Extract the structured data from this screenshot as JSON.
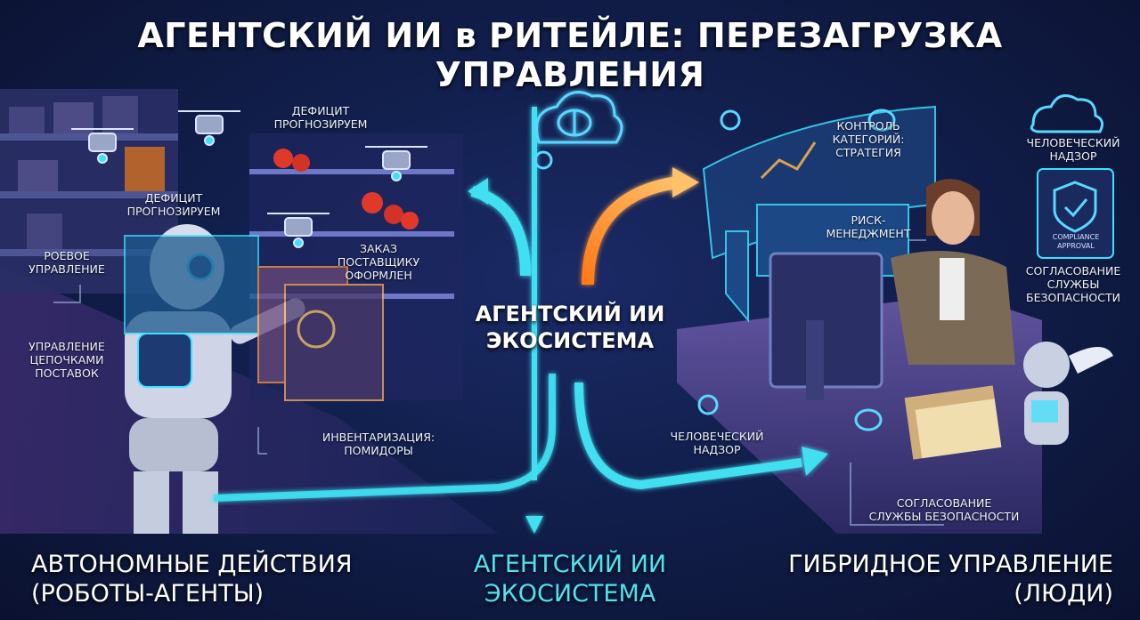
{
  "title": "АГЕНТСКИЙ ИИ в РИТЕЙЛЕ: ПЕРЕЗАГРУЗКА УПРАВЛЕНИЯ",
  "center": {
    "label_line1": "АГЕНТСКИЙ ИИ",
    "label_line2": "ЭКОСИСТЕМА"
  },
  "left_labels": {
    "deficit_top_1": "ДЕФИЦИТ",
    "deficit_top_2": "ПРОГНОЗИРУЕМ",
    "deficit_mid_1": "ДЕФИЦИТ",
    "deficit_mid_2": "ПРОГНОЗИРУЕМ",
    "swarm_1": "РОЕВОЕ",
    "swarm_2": "УПРАВЛЕНИЕ",
    "order_1": "ЗАКАЗ",
    "order_2": "ПОСТАВЩИКУ",
    "order_3": "ОФОРМЛЕН",
    "supply_1": "УПРАВЛЕНИЕ",
    "supply_2": "ЦЕПОЧКАМИ",
    "supply_3": "ПОСТАВОК",
    "inventory_1": "ИНВЕНТАРИЗАЦИЯ:",
    "inventory_2": "ПОМИДОРЫ"
  },
  "right_labels": {
    "category_1": "КОНТРОЛЬ",
    "category_2": "КАТЕГОРИЙ:",
    "category_3": "СТРАТЕГИЯ",
    "oversight_top_1": "ЧЕЛОВЕЧЕСКИЙ",
    "oversight_top_2": "НАДЗОР",
    "risk_1": "РИСК-",
    "risk_2": "МЕНЕДЖМЕНТ",
    "security_right_1": "СОГЛАСОВАНИЕ",
    "security_right_2": "СЛУЖБЫ",
    "security_right_3": "БЕЗОПАСНОСТИ",
    "oversight_mid_1": "ЧЕЛОВЕЧЕСКИЙ",
    "oversight_mid_2": "НАДЗОР",
    "security_bottom_1": "СОГЛАСОВАНИЕ",
    "security_bottom_2": "СЛУЖБЫ БЕЗОПАСНОСТИ",
    "compliance_badge_1": "COMPLIANCE",
    "compliance_badge_2": "APPROVAL"
  },
  "bottom": {
    "left_1": "АВТОНОМНЫЕ ДЕЙСТВИЯ",
    "left_2": "(РОБОТЫ-АГЕНТЫ)",
    "mid_1": "АГЕНТСКИЙ ИИ",
    "mid_2": "ЭКОСИСТЕМА",
    "right_1": "ГИБРИДНОЕ УПРАВЛЕНИЕ",
    "right_2": "(ЛЮДИ)"
  },
  "colors": {
    "background": "#12204f",
    "cyan_flow": "#3fe0f0",
    "orange_flow": "#ff9a3a",
    "accent_text": "#4fe3f0"
  }
}
